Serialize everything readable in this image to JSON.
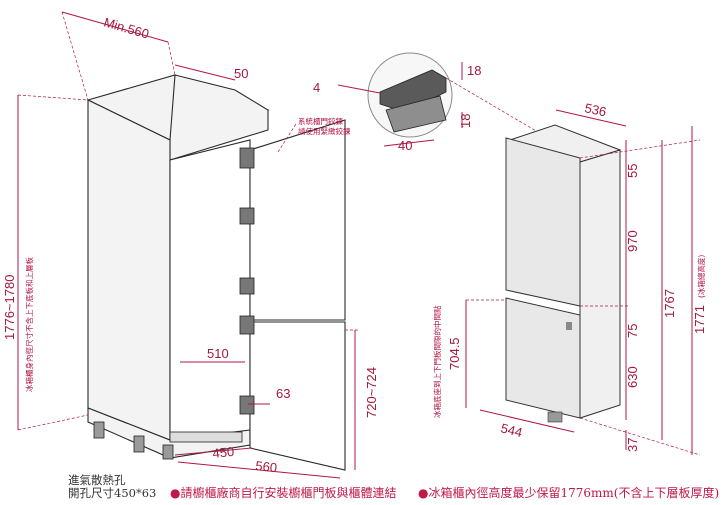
{
  "dimensions": {
    "cabinet_min_depth": "Min.560",
    "top_gap": "50",
    "panel_offset": "4",
    "panel_thickness_top": "18",
    "panel_side": "18",
    "panel_depth": "40",
    "fridge_depth": "536",
    "top_section": "55",
    "upper_height": "970",
    "total_height": "1767",
    "ext_height": "1771",
    "ext_height_note": "(冰箱總高度)",
    "middle_gap": "75",
    "lower_height": "630",
    "hinge_center": "704.5",
    "fridge_width": "544",
    "base_height": "37",
    "cabinet_height": "1776~1780",
    "cabinet_inner_depth": "510",
    "side_offset": "63",
    "lower_door_height": "720~724",
    "vent_width": "450",
    "cabinet_width": "560"
  },
  "notes": {
    "hinge_line1": "系統櫃門鉸鍊",
    "hinge_line2": "請使用緊緻鉸鍊",
    "cabinet_side": "冰箱櫃身內徑尺寸不含上下底板和上層板",
    "fridge_side": "冰箱底座到上下門板間隙的中間點"
  },
  "captions": {
    "vent_line1": "進氣散熱孔",
    "vent_line2": "開孔尺寸450*63",
    "cabinet_install": "●請櫥櫃廠商自行安裝櫥櫃門板與櫃體連結",
    "min_height": "●冰箱櫃內徑高度最少保留1776mm(不含上下層板厚度)"
  },
  "colors": {
    "dimension": "#a3193d",
    "outline": "#2a2a2a",
    "panel_fill": "#f3f3f3"
  }
}
